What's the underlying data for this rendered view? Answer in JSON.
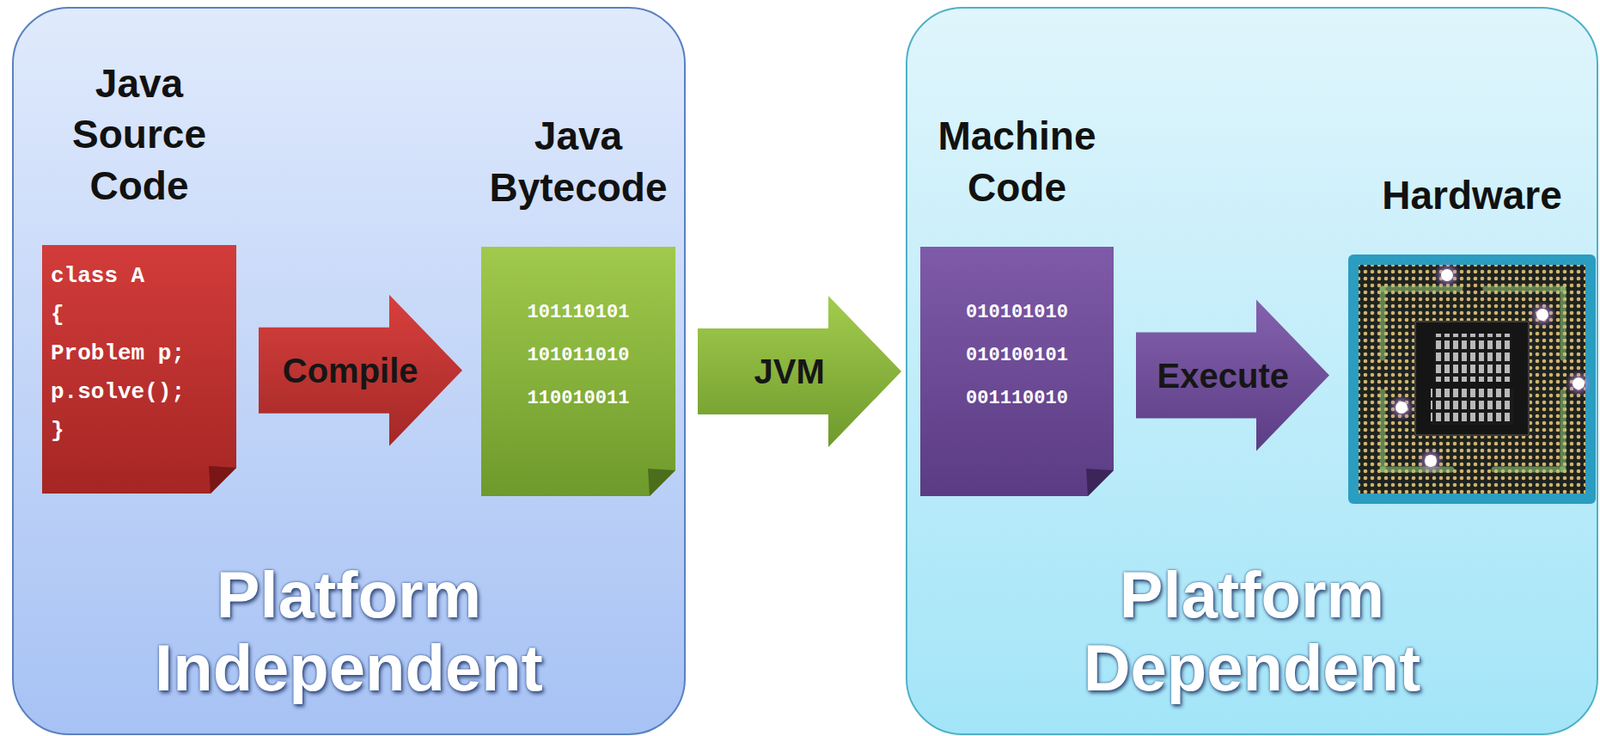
{
  "diagram": {
    "nodes": [
      {
        "text": [
          "Platform Independent"
        ]
      },
      {
        "text": [
          "Java Source Code",
          "class A",
          "{",
          "Problem p;",
          "p.solve();",
          "}"
        ],
        "in": 0
      },
      {
        "text": [
          "Java Bytecode",
          "101110101",
          "101011010",
          "110010011"
        ],
        "in": 0
      },
      {
        "text": [
          "Platform Dependent"
        ]
      },
      {
        "text": [
          "Machine Code",
          "010101010",
          "010100101",
          "001110010"
        ],
        "in": 3
      },
      {
        "text": [
          "Hardware"
        ],
        "in": 3
      }
    ],
    "edges": [
      {
        "from": 1,
        "to": 2,
        "label": "Compile",
        "arrow": "to"
      },
      {
        "from": 2,
        "to": 4,
        "label": "JVM",
        "arrow": "to"
      },
      {
        "from": 4,
        "to": 5,
        "label": "Execute",
        "arrow": "to"
      }
    ]
  }
}
